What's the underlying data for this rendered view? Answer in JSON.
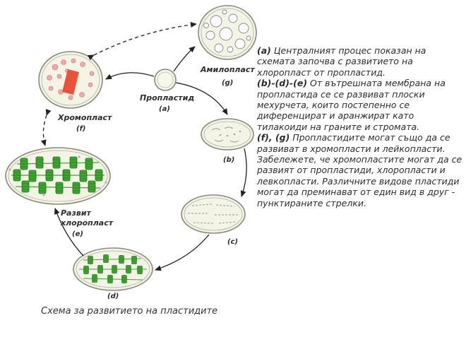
{
  "labels": {
    "proplastid": "Пропластид",
    "proplastid_letter": "(a)",
    "amyloplast": "Амилопласт",
    "amyloplast_letter": "(g)",
    "chromoplast": "Хромопласт",
    "chromoplast_letter": "(f)",
    "stage_b": "(b)",
    "stage_c": "(c)",
    "stage_d": "(d)",
    "mature_line1": "Развит",
    "mature_line2": "хлоропласт",
    "mature_letter": "(e)"
  },
  "description": {
    "p1_key": "(a)",
    "p1_text": " Централният процес показан на схемата започва с развитието на хлоропласт от пропластид.",
    "p2_key": "(b)-(d)-(e)",
    "p2_text": " От вътрешната мембрана на пропластида се се развиват плоски мехурчета, които постепенно се диференцират и аранжират като тилакоиди на граните и стромата.",
    "p3_key": "(f), (g)",
    "p3_text": " Пропластидите могат също да се развиват в хромопласти и лейкопласти. Забележете, че хромопластите могат да се развият от пропластиди, хлоропласти и левкопласти. Различните видове пластиди могат да преминават от един вид в друг - пунктираните стрелки."
  },
  "caption": "Схема за развитието на пластидите",
  "colors": {
    "outline": "#8a8a7a",
    "fill": "#f3f3e6",
    "grana": "#3da62e",
    "grana_dark": "#1f6f1c",
    "chromo_red": "#e8533a",
    "chromo_dot": "#f0a8a8",
    "arrow": "#222222"
  }
}
